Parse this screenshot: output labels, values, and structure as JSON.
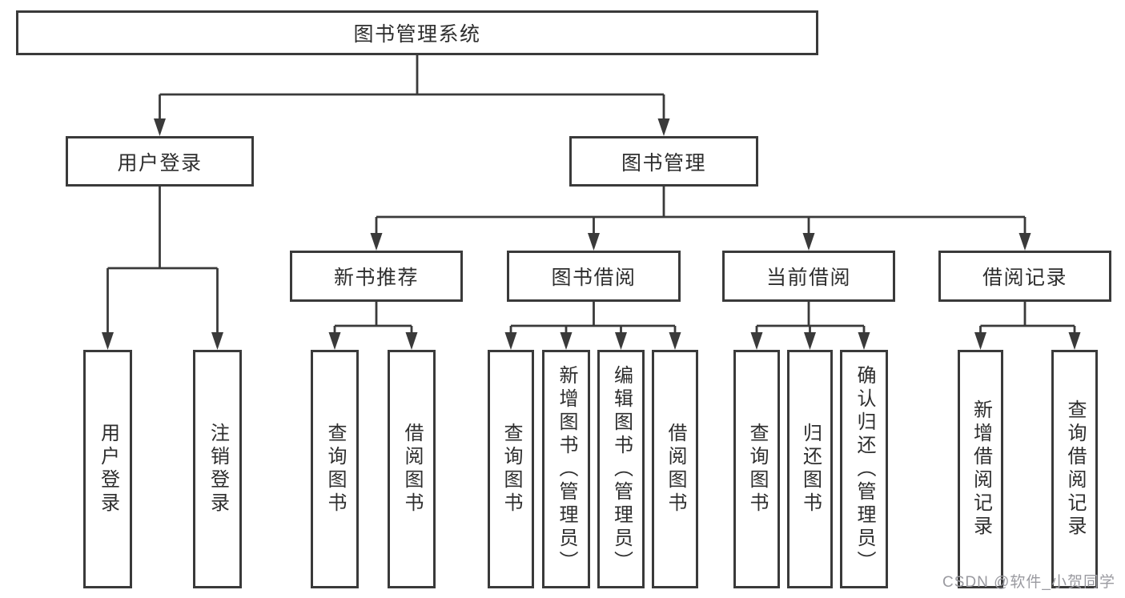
{
  "diagram": {
    "title": "图书管理系统",
    "watermark": "CSDN @软件_小贺同学",
    "colors": {
      "line": "#3a3a3a",
      "background": "#ffffff",
      "text": "#2e2e2e",
      "watermark": "#9a9aa0"
    },
    "nodes": [
      {
        "id": "root",
        "label": "图书管理系统",
        "parent": null
      },
      {
        "id": "user-login",
        "label": "用户登录",
        "parent": "root"
      },
      {
        "id": "book-management",
        "label": "图书管理",
        "parent": "root"
      },
      {
        "id": "leaf-user-login",
        "label": "用户登录",
        "parent": "user-login"
      },
      {
        "id": "leaf-logout",
        "label": "注销登录",
        "parent": "user-login"
      },
      {
        "id": "new-book-recommend",
        "label": "新书推荐",
        "parent": "book-management"
      },
      {
        "id": "book-borrow",
        "label": "图书借阅",
        "parent": "book-management"
      },
      {
        "id": "current-borrow",
        "label": "当前借阅",
        "parent": "book-management"
      },
      {
        "id": "borrow-records",
        "label": "借阅记录",
        "parent": "book-management"
      },
      {
        "id": "query-books-recommend",
        "label": "查询图书",
        "parent": "new-book-recommend"
      },
      {
        "id": "borrow-books-recommend",
        "label": "借阅图书",
        "parent": "new-book-recommend"
      },
      {
        "id": "query-books-borrow",
        "label": "查询图书",
        "parent": "book-borrow"
      },
      {
        "id": "add-books-admin",
        "label": "新增图书（管理员）",
        "parent": "book-borrow"
      },
      {
        "id": "edit-books-admin",
        "label": "编辑图书（管理员）",
        "parent": "book-borrow"
      },
      {
        "id": "borrow-books",
        "label": "借阅图书",
        "parent": "book-borrow"
      },
      {
        "id": "query-books-current",
        "label": "查询图书",
        "parent": "current-borrow"
      },
      {
        "id": "return-books",
        "label": "归还图书",
        "parent": "current-borrow"
      },
      {
        "id": "confirm-return-admin",
        "label": "确认归还（管理员）",
        "parent": "current-borrow"
      },
      {
        "id": "add-borrow-record",
        "label": "新增借阅记录",
        "parent": "borrow-records"
      },
      {
        "id": "query-borrow-record",
        "label": "查询借阅记录",
        "parent": "borrow-records"
      }
    ]
  }
}
